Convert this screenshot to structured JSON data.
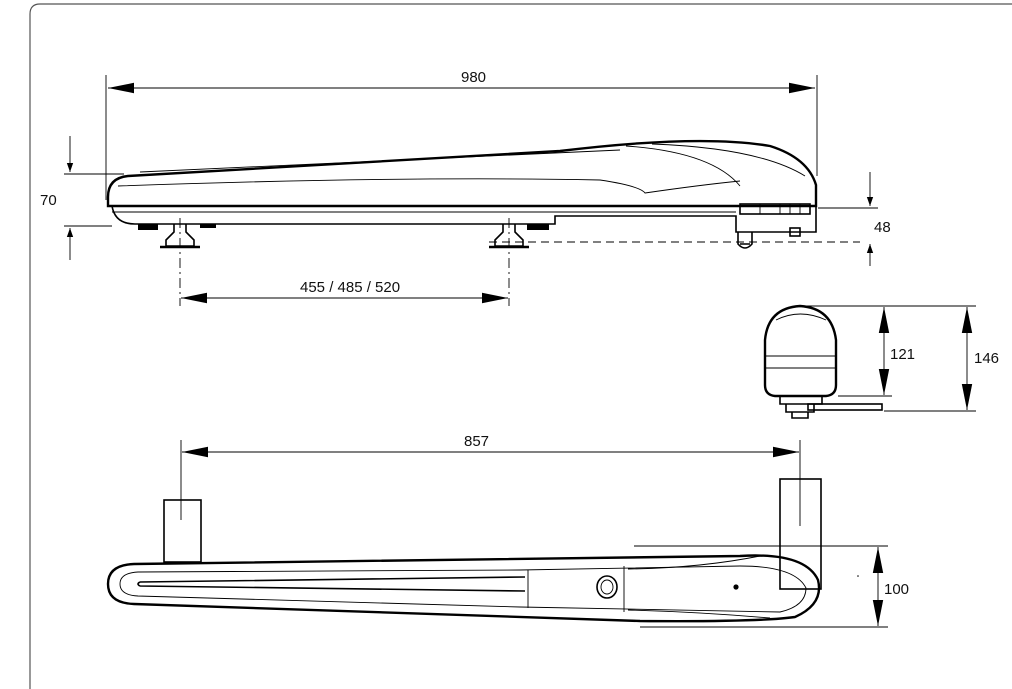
{
  "dimensions": {
    "overall_length": "980",
    "side_height": "70",
    "bracket_offset": "48",
    "fixing_distance": "455 / 485 / 520",
    "front_body_height": "121",
    "front_total_height": "146",
    "pivot_distance": "857",
    "top_width": "100"
  },
  "colors": {
    "line": "#000000",
    "frame": "#555555",
    "background": "#ffffff"
  }
}
